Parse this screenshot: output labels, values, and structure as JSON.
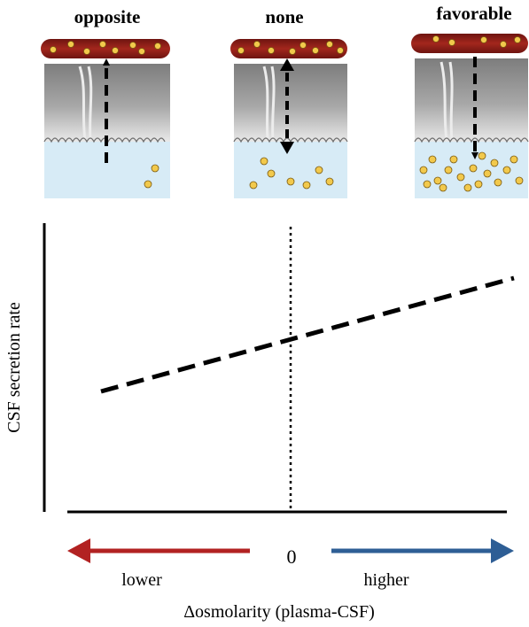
{
  "panels": [
    {
      "title": "opposite",
      "gradient": "opposite"
    },
    {
      "title": "none",
      "gradient": "none"
    },
    {
      "title": "favorable",
      "gradient": "favorable"
    }
  ],
  "plot": {
    "ylabel": "CSF secretion  rate",
    "xlabel": "Δosmolarity  (plasma-CSF)",
    "zero_label": "0",
    "left_label": "lower",
    "right_label": "higher",
    "left_arrow_color": "#b22222",
    "right_arrow_color": "#2e5e95"
  },
  "colors": {
    "vessel": "#8e1b14",
    "particle": "#f2c94c",
    "tissue": "#8f8f8f",
    "csf": "#d7ebf6"
  }
}
